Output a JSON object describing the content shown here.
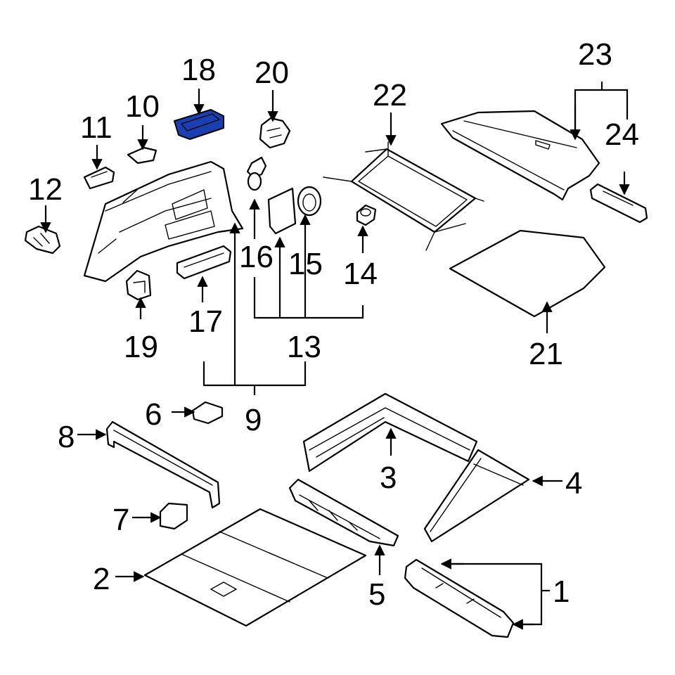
{
  "colors": {
    "line": "#000000",
    "background": "#ffffff",
    "highlight": "#1a3fb0"
  },
  "callouts": {
    "c1": "1",
    "c2": "2",
    "c3": "3",
    "c4": "4",
    "c5": "5",
    "c6": "6",
    "c7": "7",
    "c8": "8",
    "c9": "9",
    "c10": "10",
    "c11": "11",
    "c12": "12",
    "c13": "13",
    "c14": "14",
    "c15": "15",
    "c16": "16",
    "c17": "17",
    "c18": "18",
    "c19": "19",
    "c20": "20",
    "c21": "21",
    "c22": "22",
    "c23": "23",
    "c24": "24"
  },
  "highlighted_part": "18"
}
